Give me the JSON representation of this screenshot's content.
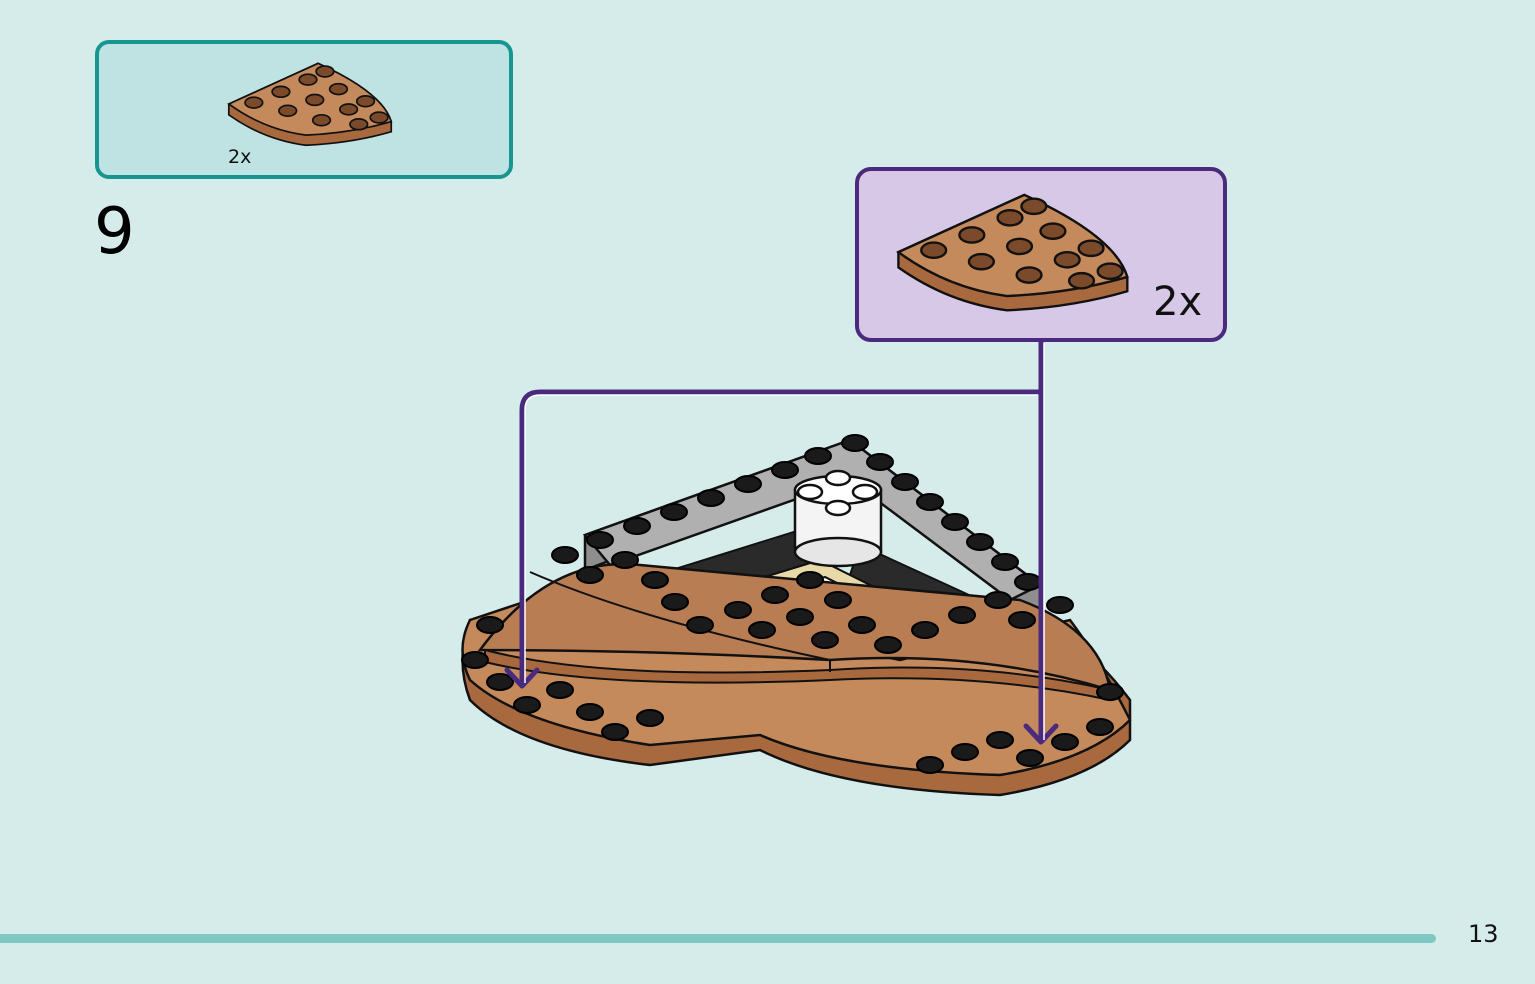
{
  "parts_list": {
    "quantity": "2x"
  },
  "step": {
    "number": "9"
  },
  "callout": {
    "quantity": "2x"
  },
  "footer": {
    "page_number": "13"
  },
  "colors": {
    "background": "#d6ecea",
    "parts_box_fill": "#bfe3e2",
    "parts_box_border": "#17958f",
    "callout_fill": "#d8c8e7",
    "callout_border": "#4a2a7d",
    "brick_brown": "#b87d52",
    "footer_bar": "#7fc8c4"
  },
  "icons": [
    "quarter-circle-plate-icon",
    "build-model-illustration",
    "placement-arrow"
  ]
}
